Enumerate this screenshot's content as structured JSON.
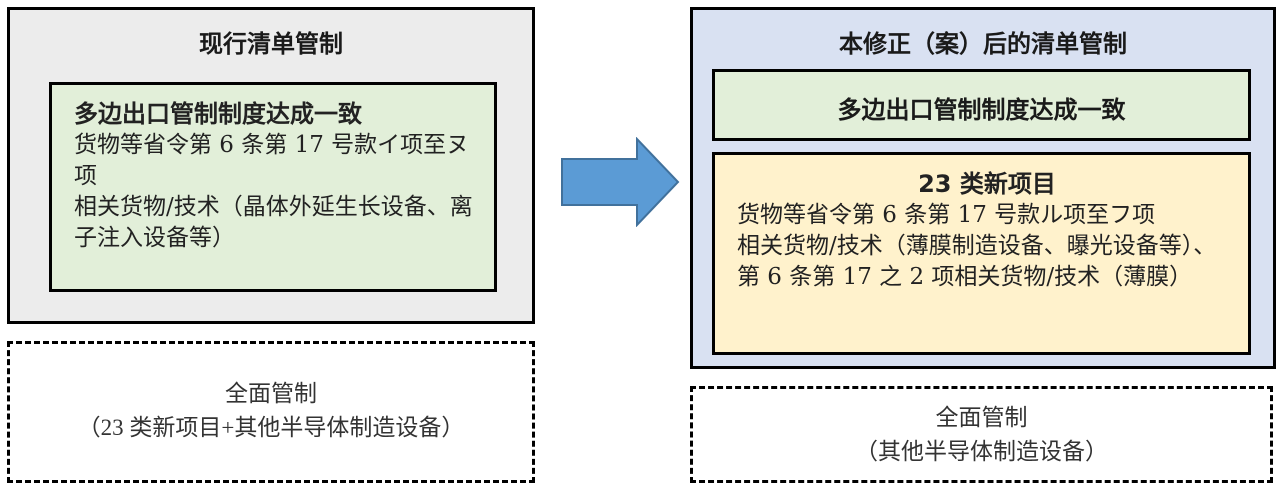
{
  "left": {
    "title": "现行清单管制",
    "inner": {
      "heading": "多边出口管制制度达成一致",
      "lines": [
        "货物等省令第 6 条第 17 号款イ项至ヌ项",
        "相关货物/技术（晶体外延生长设备、离子注入设备等）"
      ]
    },
    "dashed": {
      "line1": "全面管制",
      "line2": "（23 类新项目+其他半导体制造设备）"
    }
  },
  "arrow": {
    "icon": "right-arrow-icon",
    "color": "#5b9bd5"
  },
  "right": {
    "title": "本修正（案）后的清单管制",
    "green": {
      "heading": "多边出口管制制度达成一致"
    },
    "yellow": {
      "heading": "23 类新项目",
      "lines": [
        "货物等省令第 6 条第 17 号款ル项至フ项",
        "相关货物/技术（薄膜制造设备、曝光设备等）、第 6 条第 17 之 2 项相关货物/技术（薄膜）"
      ]
    },
    "dashed": {
      "line1": "全面管制",
      "line2": "（其他半导体制造设备）"
    }
  },
  "colors": {
    "left_outer_bg": "#ececec",
    "right_outer_bg": "#d9e1f2",
    "green_bg": "#e2efd9",
    "yellow_bg": "#fff2cc",
    "arrow_fill": "#5b9bd5",
    "arrow_stroke": "#41719c"
  }
}
